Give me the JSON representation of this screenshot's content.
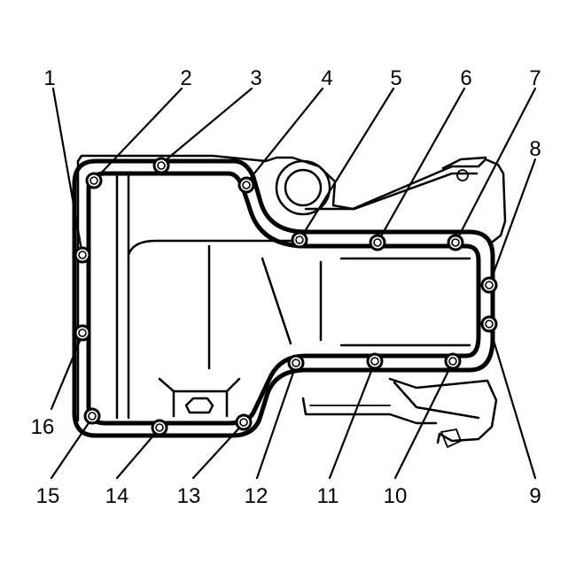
{
  "diagram": {
    "bolts": [
      {
        "label": "1"
      },
      {
        "label": "2"
      },
      {
        "label": "3"
      },
      {
        "label": "4"
      },
      {
        "label": "5"
      },
      {
        "label": "6"
      },
      {
        "label": "7"
      },
      {
        "label": "8"
      },
      {
        "label": "9"
      },
      {
        "label": "10"
      },
      {
        "label": "11"
      },
      {
        "label": "12"
      },
      {
        "label": "13"
      },
      {
        "label": "14"
      },
      {
        "label": "15"
      },
      {
        "label": "16"
      }
    ]
  }
}
